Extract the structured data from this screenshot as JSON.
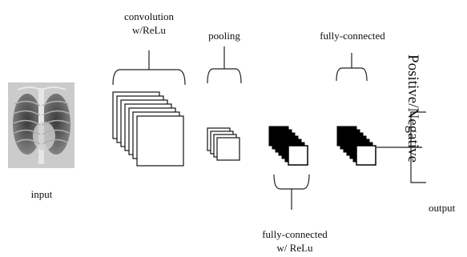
{
  "labels": {
    "convolution_line1": "convolution",
    "convolution_line2": "w/ReLu",
    "pooling": "pooling",
    "fully_connected_top": "fully-connected",
    "input": "input",
    "fully_connected_bottom_line1": "fully-connected",
    "fully_connected_bottom_line2": "w/ ReLu",
    "positive_negative": "Positive/Negative",
    "output": "output"
  },
  "colors": {
    "line": "#222222",
    "feature_map_fill": "#ffffff",
    "dark_block": "#000000"
  }
}
